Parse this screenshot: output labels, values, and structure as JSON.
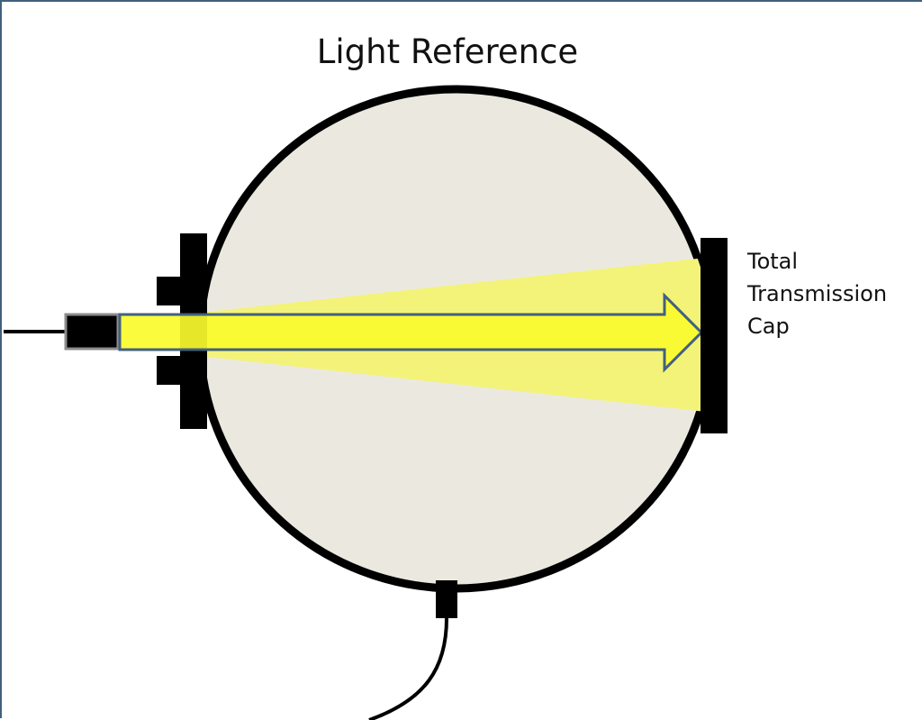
{
  "title": "Light Reference",
  "cap_label": [
    "Total",
    "Transmission",
    "Cap"
  ],
  "colors": {
    "sphere_fill": "#ebe9df",
    "outline": "#000000",
    "beam_cone": "#f3f37a",
    "beam_arrow": "#fbfb2e",
    "arrow_outline": "#41607e",
    "frame": "#41607e"
  }
}
